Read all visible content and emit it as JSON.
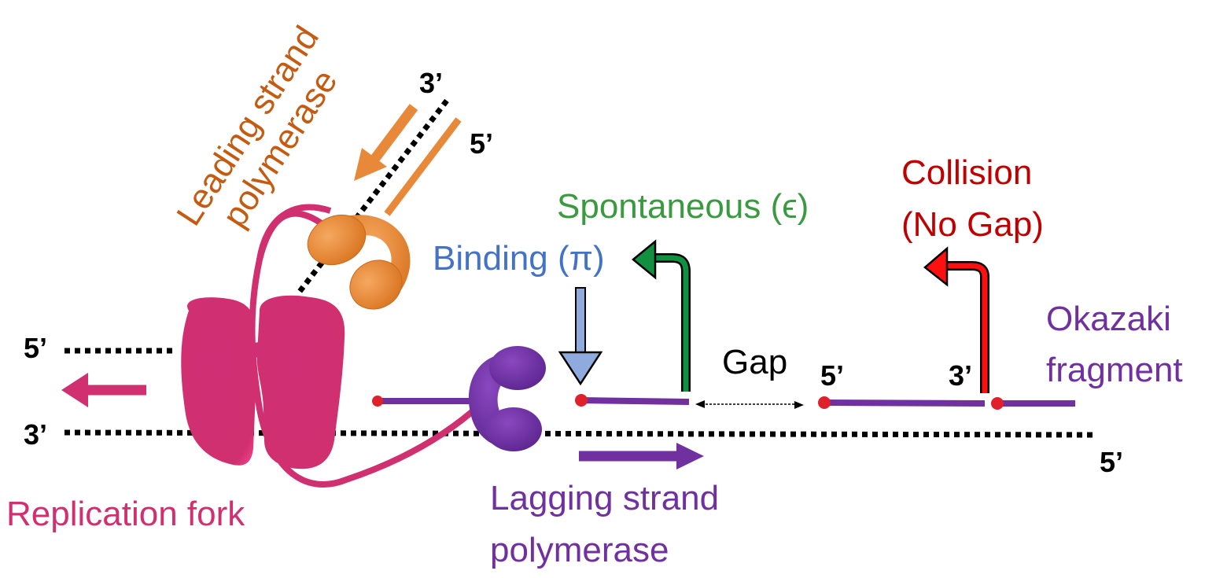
{
  "title": "DNA replication fork with leading and lagging strand polymerases",
  "labels": {
    "leading_line1": "Leading strand",
    "leading_line2": "polymerase",
    "replication_fork": "Replication fork",
    "lagging_line1": "Lagging strand",
    "lagging_line2": "polymerase",
    "binding": "Binding (π)",
    "spontaneous": "Spontaneous (ϵ)",
    "collision_line1": "Collision",
    "collision_line2": "(No Gap)",
    "gap": "Gap",
    "okazaki_line1": "Okazaki",
    "okazaki_line2": "fragment"
  },
  "strand_ends": {
    "leading_top_3": "3’",
    "leading_top_5": "5’",
    "left_top_5": "5’",
    "left_bottom_3": "3’",
    "right_bottom_5": "5’",
    "fragment_5": "5’",
    "fragment_3": "3’"
  },
  "colors": {
    "helicase": "#d0306f",
    "leading_polymerase": "#e8893a",
    "leading_text": "#c55a11",
    "lagging": "#7030a0",
    "primer_dot": "#e0202a",
    "binding": "#4472c4",
    "binding_arrow": "#8faadc",
    "spontaneous": "#3a9a40",
    "spontaneous_arrow": "#119040",
    "collision": "#c00000",
    "collision_arrow": "#ff1010",
    "fork_text": "#d0306f"
  }
}
